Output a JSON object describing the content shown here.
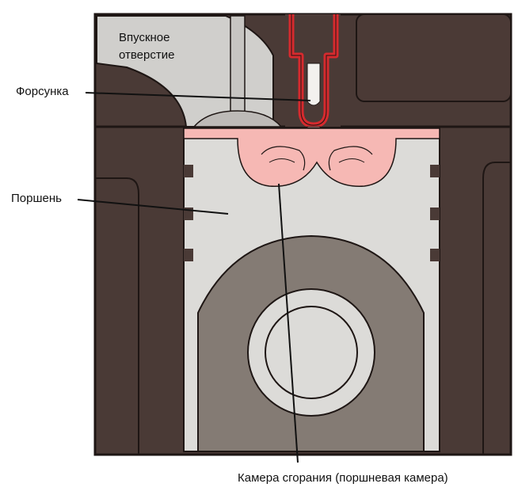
{
  "labels": {
    "intake_line1": "Впускное",
    "intake_line2": "отверстие",
    "injector": "Форсунка",
    "piston": "Поршень",
    "chamber": "Камера сгорания (поршневая камера)"
  },
  "colors": {
    "block": "#4a3a36",
    "block_outline": "#1e1614",
    "piston": "#dcdbd8",
    "rod": "#847b74",
    "head_port": "#d0cfcc",
    "chamber": "#f6b8b4",
    "injector": "#d62a2e",
    "leader": "#111111"
  }
}
